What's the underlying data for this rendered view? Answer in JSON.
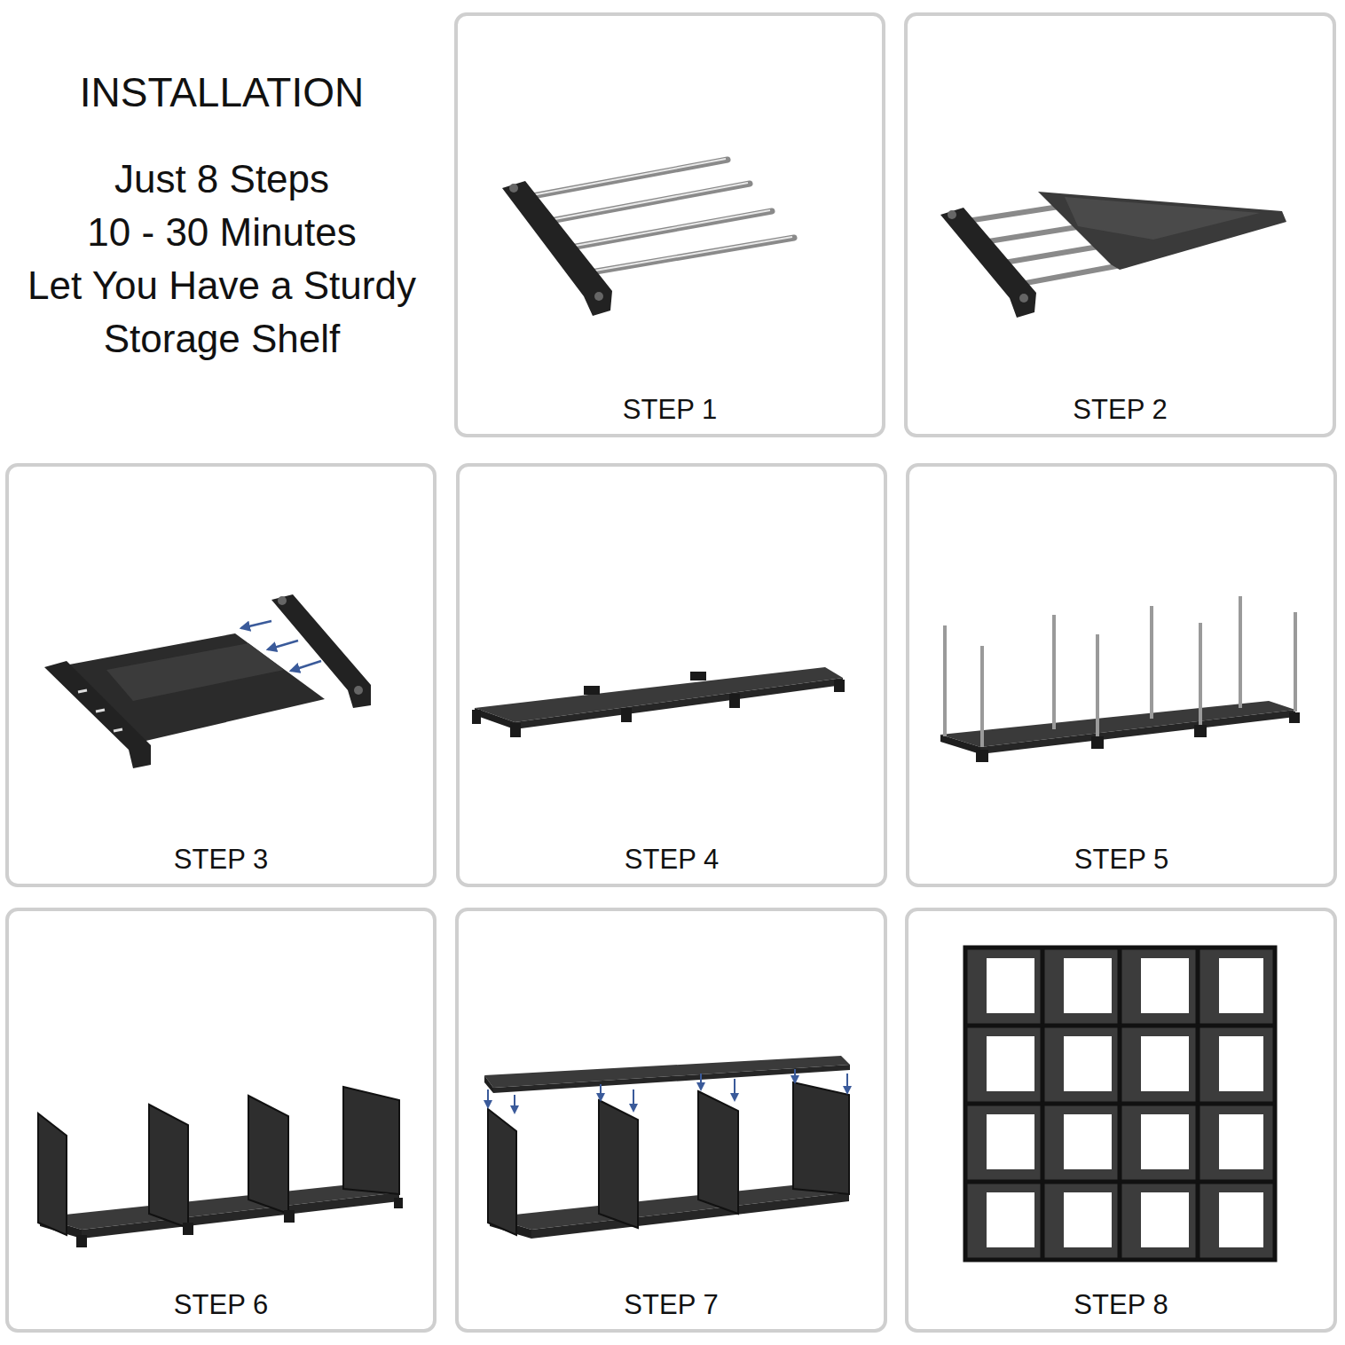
{
  "diagram": {
    "title": "INSTALLATION",
    "nodes": [
      {
        "text": [
          "STEP 1"
        ]
      },
      {
        "text": [
          "STEP 2"
        ]
      },
      {
        "text": [
          "STEP 3"
        ]
      },
      {
        "text": [
          "STEP 4"
        ]
      },
      {
        "text": [
          "STEP 5"
        ]
      },
      {
        "text": [
          "STEP 6"
        ]
      },
      {
        "text": [
          "STEP 7"
        ]
      },
      {
        "text": [
          "STEP 8"
        ]
      }
    ],
    "edges": [],
    "labels": [
      "Just 8 Steps",
      "10 - 30 Minutes",
      "Let You Have a Sturdy Storage Shelf"
    ]
  }
}
